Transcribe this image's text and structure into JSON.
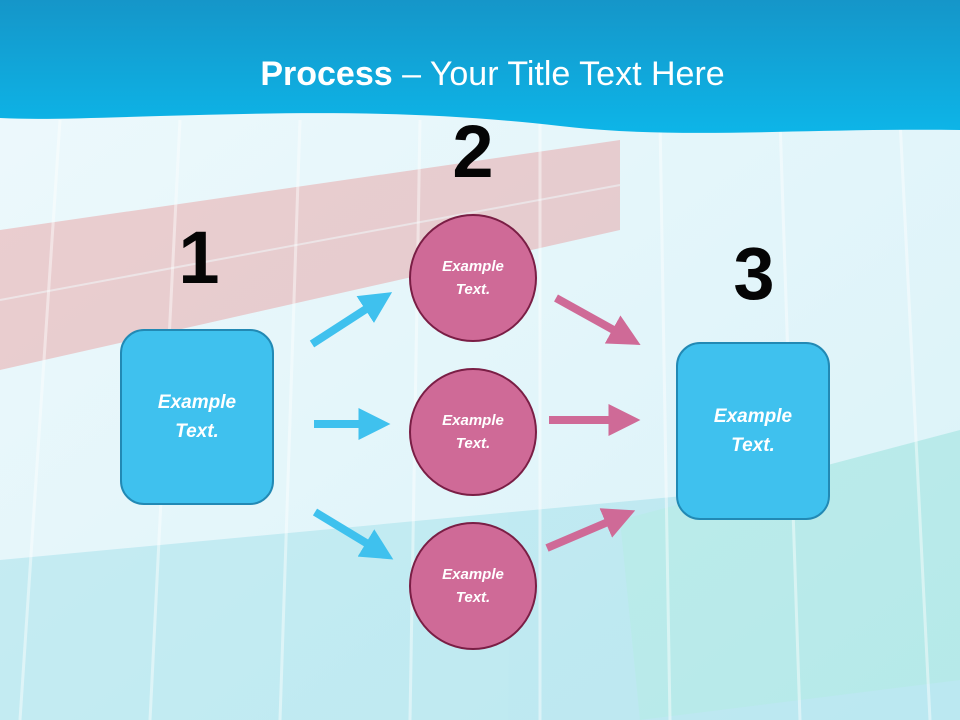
{
  "title": {
    "bold": "Process",
    "rest": " – Your Title Text Here"
  },
  "steps": {
    "one": "1",
    "two": "2",
    "three": "3"
  },
  "left_box": "Example Text.",
  "right_box": "Example Text.",
  "circles": [
    "Example Text.",
    "Example Text.",
    "Example Text."
  ],
  "colors": {
    "header": "#10a9dc",
    "box": "#3fc1ee",
    "circle": "#cf6a97",
    "left_arrow": "#3fc1ee",
    "right_arrow": "#cf6a97"
  }
}
